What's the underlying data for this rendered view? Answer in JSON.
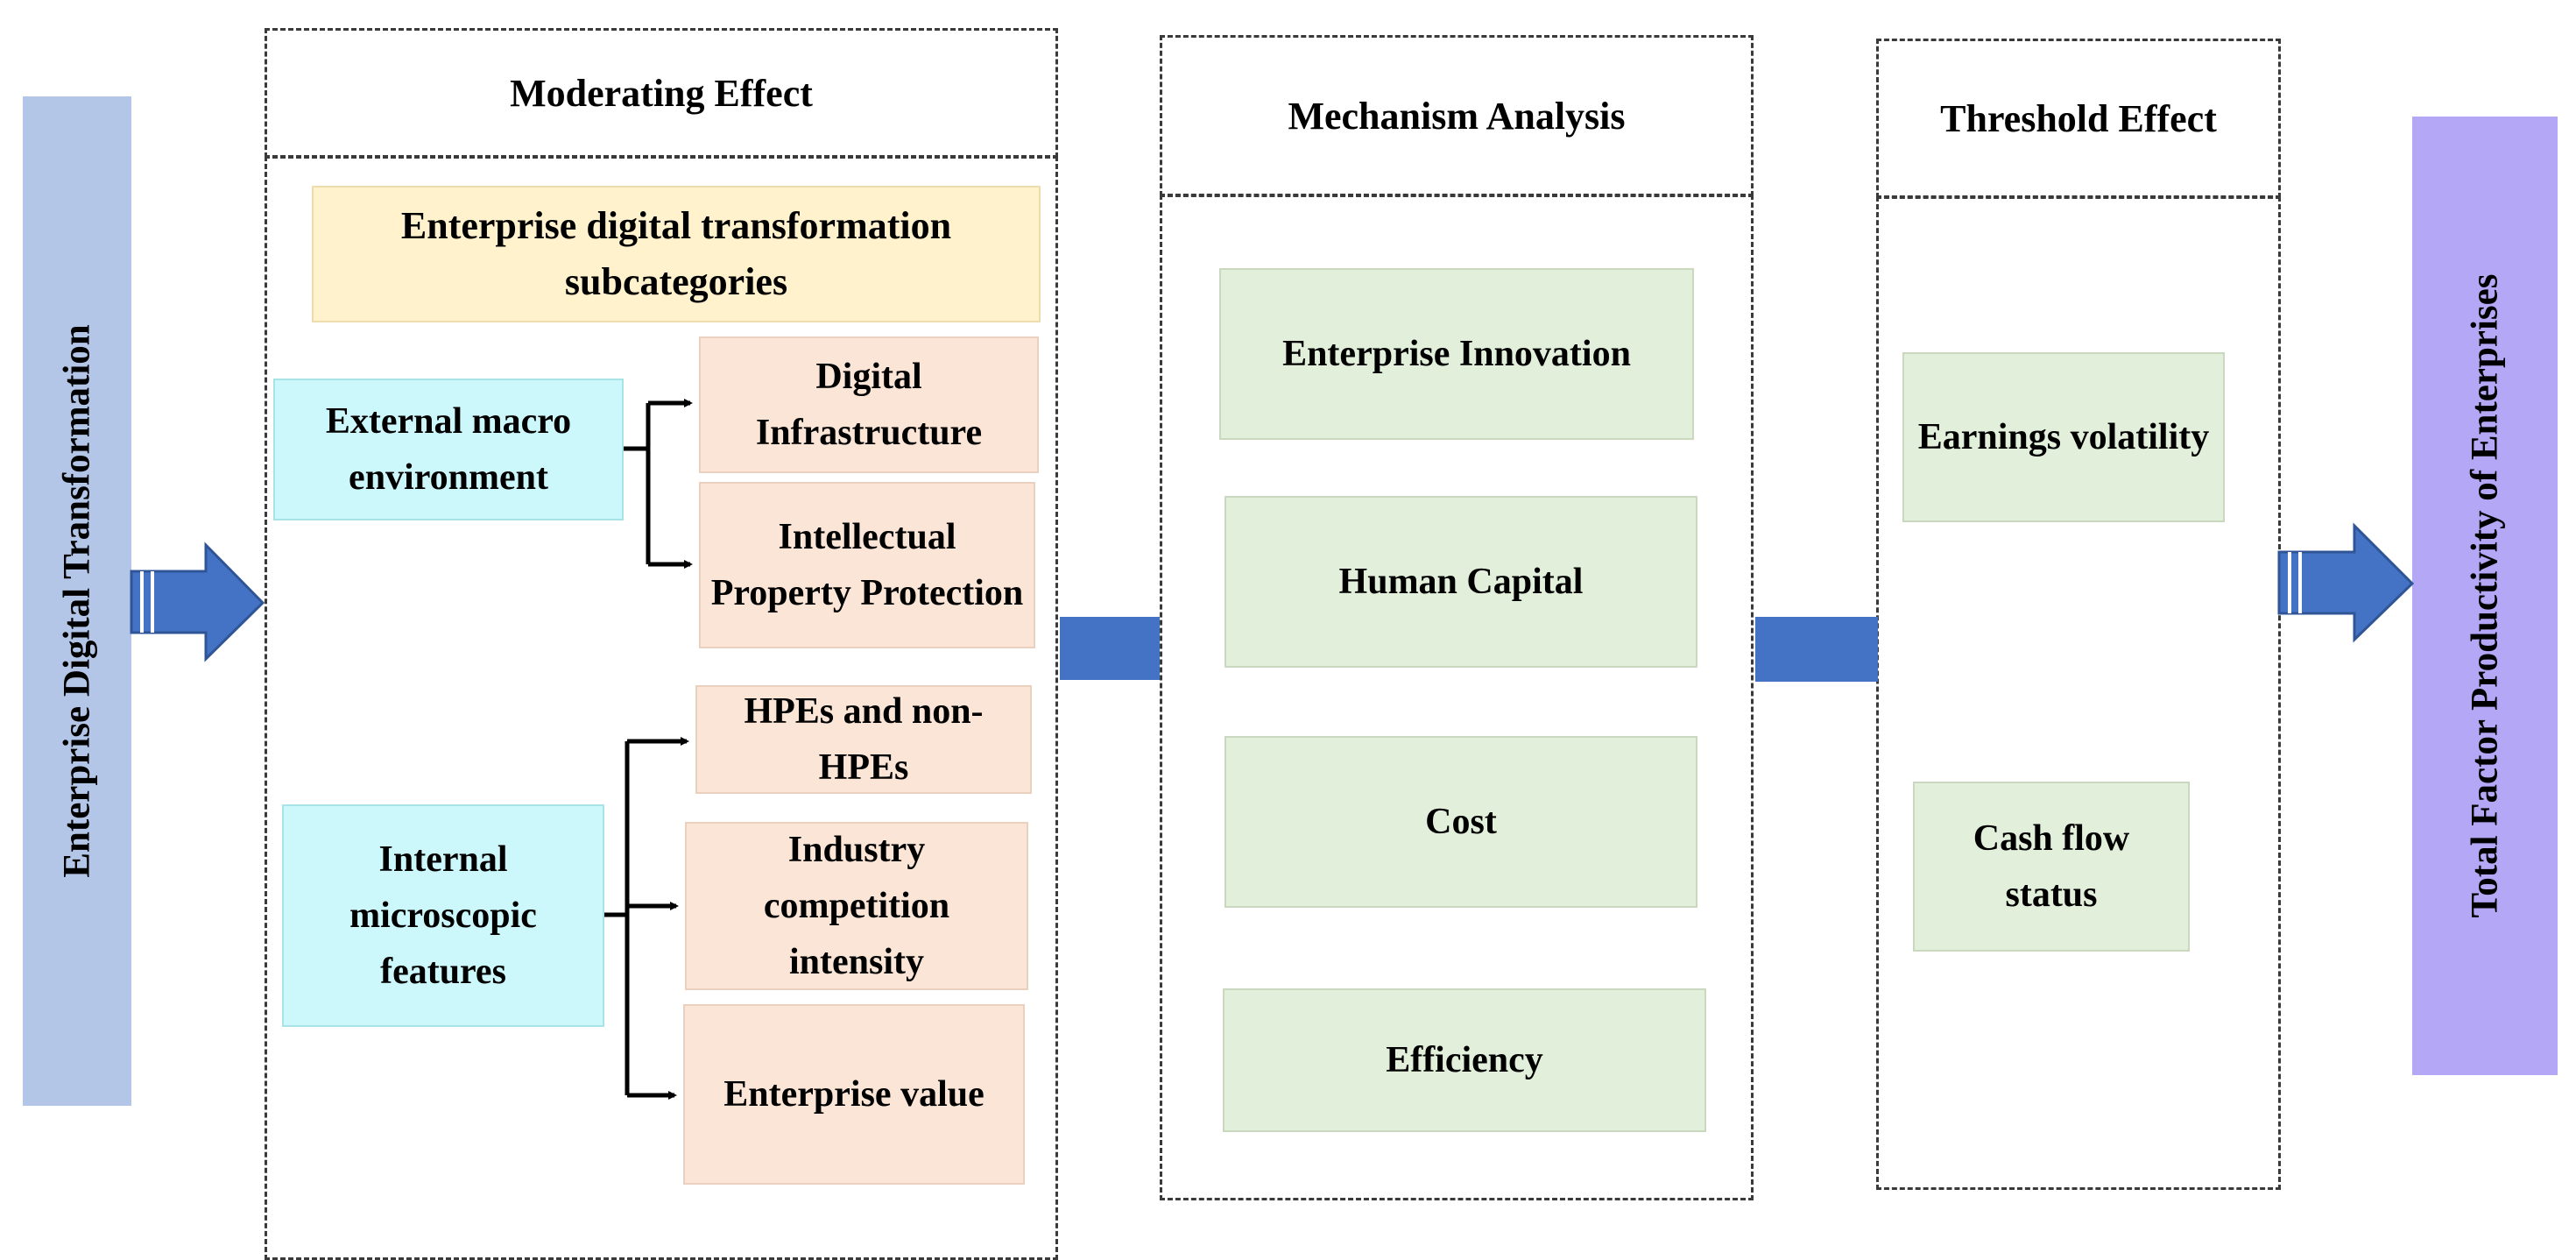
{
  "left_bar": {
    "label": "Enterprise Digital Transformation",
    "color": "#b4c6e7"
  },
  "right_bar": {
    "label": "Total Factor Productivity of Enterprises",
    "color": "#b4a7f5"
  },
  "moderating": {
    "title": "Moderating Effect",
    "subcategories": "Enterprise digital transformation subcategories",
    "external": {
      "label": "External macro environment",
      "items": [
        "Digital Infrastructure",
        "Intellectual Property Protection"
      ]
    },
    "internal": {
      "label": "Internal microscopic features",
      "items": [
        "HPEs and non-HPEs",
        "Industry competition intensity",
        "Enterprise value"
      ]
    }
  },
  "mechanism": {
    "title": "Mechanism Analysis",
    "items": [
      "Enterprise Innovation",
      "Human Capital",
      "Cost",
      "Efficiency"
    ]
  },
  "threshold": {
    "title": "Threshold Effect",
    "items": [
      "Earnings volatility",
      "Cash flow status"
    ]
  },
  "colors": {
    "arrow_blue": "#4472c4",
    "arrow_dark": "#2f5597",
    "peach": "#fbe5d6",
    "green": "#e2efda",
    "cyan": "#ccf8fc",
    "yellow": "#fff2cc"
  }
}
